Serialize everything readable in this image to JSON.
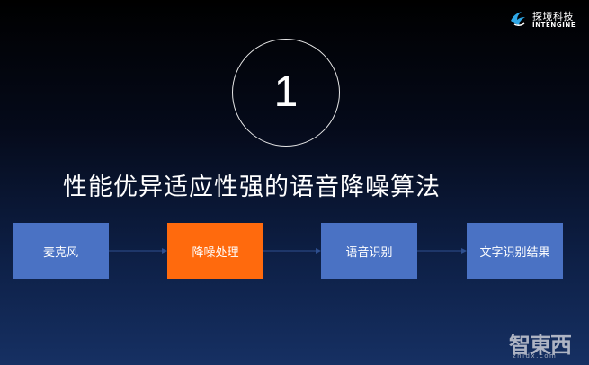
{
  "brand": {
    "name_cn": "探境科技",
    "name_en": "INTENGINE"
  },
  "slide": {
    "number": "1",
    "headline": "性能优异适应性强的语音降噪算法"
  },
  "flow": {
    "steps": [
      {
        "label": "麦克风",
        "color": "#4a72c4"
      },
      {
        "label": "降噪处理",
        "color": "#ff6a0d"
      },
      {
        "label": "语音识别",
        "color": "#4a72c4"
      },
      {
        "label": "文字识别结果",
        "color": "#4a72c4"
      }
    ],
    "arrow_color": "#2e4f8f"
  },
  "watermark": {
    "name_cn": "智東西",
    "domain": "zhidx.com"
  }
}
